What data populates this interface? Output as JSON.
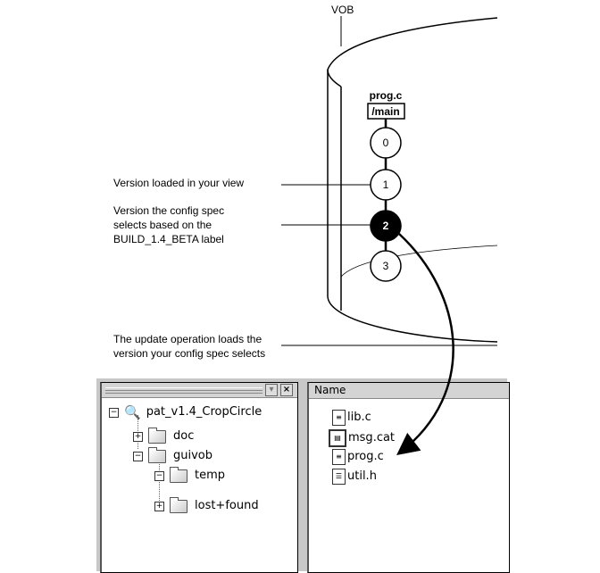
{
  "diagram": {
    "vob_label": "VOB",
    "element_name": "prog.c",
    "branch_label": "/main",
    "versions": [
      "0",
      "1",
      "2",
      "3"
    ],
    "selected_version": "2",
    "callouts": {
      "loaded": "Version loaded in your view",
      "config_line1": "Version the config spec",
      "config_line2": "selects based on the",
      "config_line3": "BUILD_1.4_BETA label",
      "update_line1": "The update operation loads the",
      "update_line2": "version your config spec selects"
    }
  },
  "explorer": {
    "tree": {
      "root": "pat_v1.4_CropCircle",
      "items": [
        {
          "label": "doc",
          "expander": "+"
        },
        {
          "label": "guivob",
          "expander": "−"
        },
        {
          "label": "temp",
          "expander": "−"
        },
        {
          "label": "lost+found",
          "expander": "+"
        }
      ],
      "dropdown_glyph": "▾",
      "close_glyph": "×"
    },
    "list": {
      "column_header": "Name",
      "files": [
        "lib.c",
        "msg.cat",
        "prog.c",
        "util.h"
      ]
    }
  }
}
